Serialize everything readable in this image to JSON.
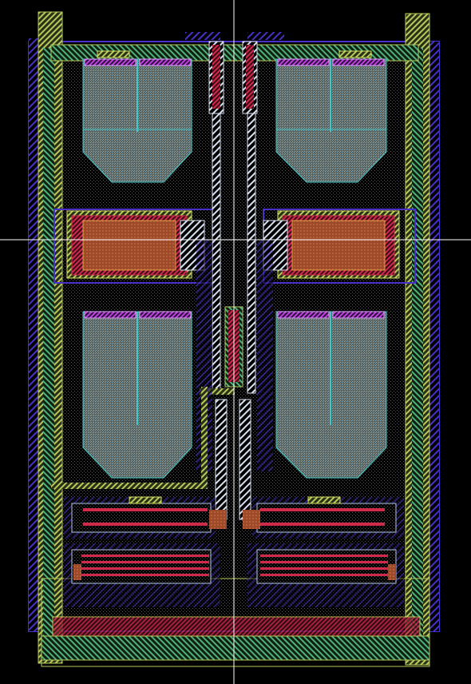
{
  "view": {
    "title": "",
    "background": "#000000",
    "crosshair_color": "#ffffff"
  },
  "layers": {
    "well": {
      "color": "#4a30c8"
    },
    "guard_ring": {
      "color": "#b8c85a"
    },
    "active": {
      "color": "#4fb07a"
    },
    "poly": {
      "color": "#d02a4a"
    },
    "metal1": {
      "color": "#b0c8e8"
    },
    "metal2": {
      "color": "#c040e0"
    },
    "contact": {
      "color": "#e0a040"
    },
    "via": {
      "color": "#9d4a2a"
    },
    "implant": {
      "color": "#40c8c8"
    }
  },
  "devices": {
    "capacitor_left": {
      "kind": "capacitor",
      "side": "left"
    },
    "capacitor_right": {
      "kind": "capacitor",
      "side": "right"
    },
    "transistor_upper_left": {
      "kind": "transistor",
      "side": "left"
    },
    "transistor_upper_right": {
      "kind": "transistor",
      "side": "right"
    },
    "transistor_lower_left": {
      "kind": "transistor",
      "side": "left"
    },
    "transistor_lower_right": {
      "kind": "transistor",
      "side": "right"
    },
    "resistor_row_1_left": {
      "kind": "resistor",
      "side": "left"
    },
    "resistor_row_1_right": {
      "kind": "resistor",
      "side": "right"
    },
    "resistor_row_2_left": {
      "kind": "resistor",
      "side": "left"
    },
    "resistor_row_2_right": {
      "kind": "resistor",
      "side": "right"
    }
  }
}
